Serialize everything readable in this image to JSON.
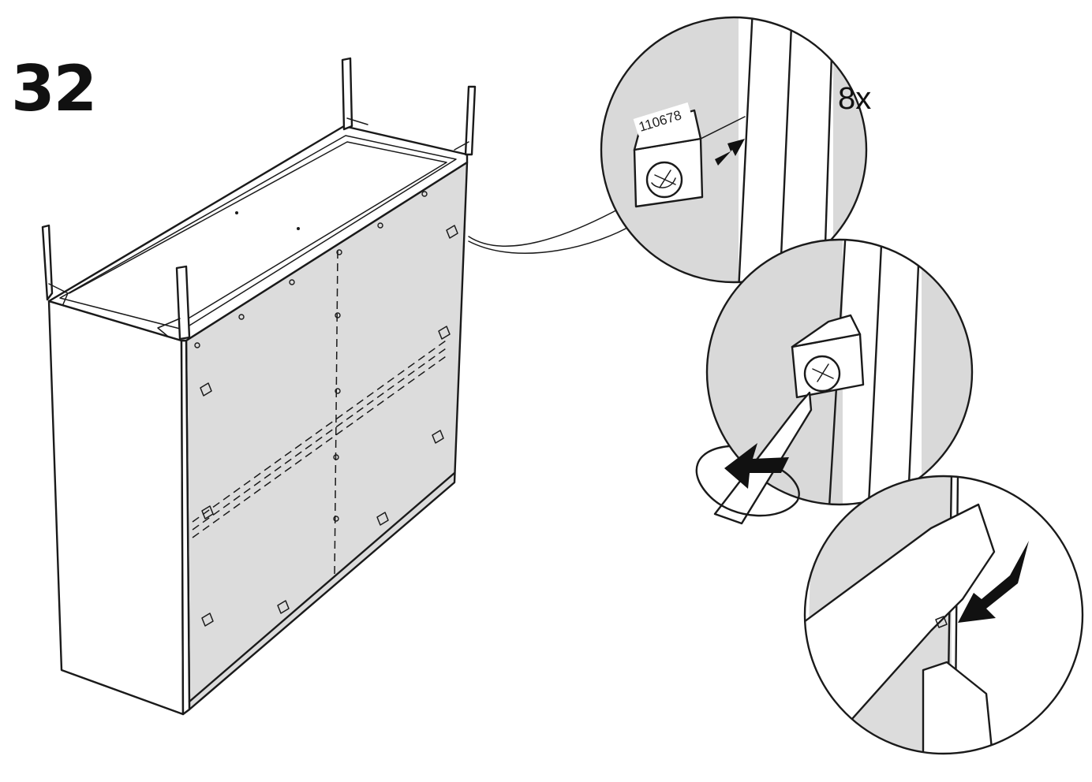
{
  "step": {
    "number": "32"
  },
  "fastener": {
    "quantity_label": "8x",
    "part_number": "110678"
  },
  "colors": {
    "line": "#1a1a1a",
    "panel_fill": "#dcdcdc",
    "detail_fill": "#d9d9d9",
    "background": "#ffffff"
  },
  "icons": {
    "arrow": "push-arrow",
    "rotation": "clockwise-rotate-arrow",
    "tool": "screwdriver"
  }
}
